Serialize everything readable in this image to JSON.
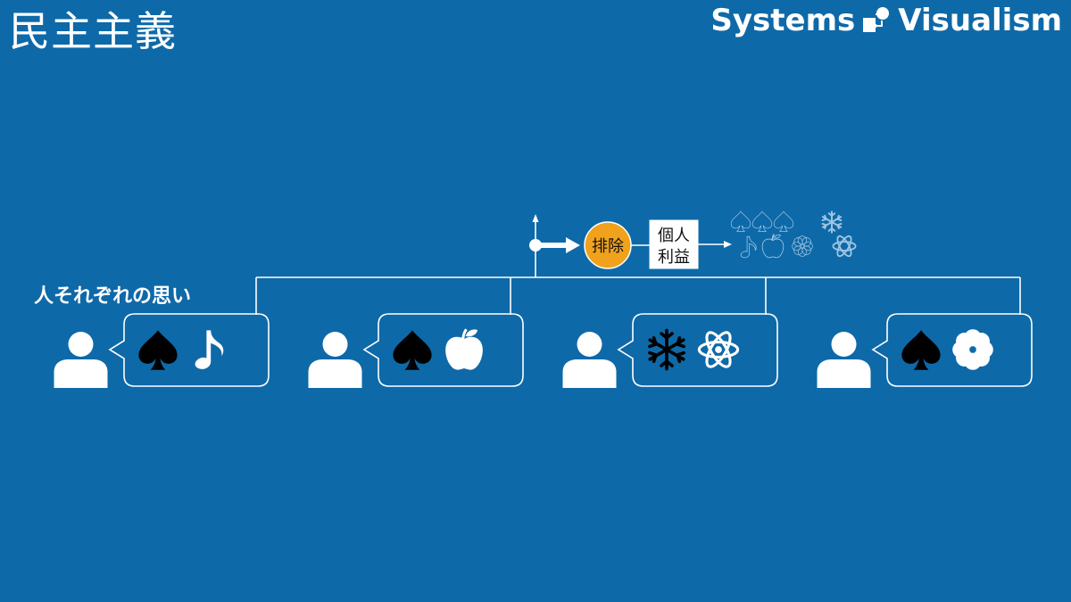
{
  "title": "民主主義",
  "brand": {
    "left": "Systems",
    "right": "Visualism",
    "logo_icon": "systems-visualism-logo-icon"
  },
  "section_label": "人それぞれの思い",
  "process": {
    "exclusion_label": "排除",
    "exclusion_color": "#f0a21c",
    "result_line1": "個人",
    "result_line2": "利益"
  },
  "people": [
    {
      "icons": [
        "spade-icon",
        "music-note-icon"
      ]
    },
    {
      "icons": [
        "spade-icon",
        "apple-icon"
      ]
    },
    {
      "icons": [
        "snowflake-icon",
        "atom-icon"
      ]
    },
    {
      "icons": [
        "spade-icon",
        "flower-icon"
      ]
    }
  ],
  "outcome_icons": [
    "spade-outline-icon",
    "spade-outline-icon",
    "spade-outline-icon",
    "music-note-outline-icon",
    "apple-outline-icon",
    "flower-outline-icon",
    "snowflake-outline-icon",
    "atom-outline-icon"
  ],
  "colors": {
    "background": "#0e69a8",
    "foreground": "#ffffff",
    "icon_dark": "#000000"
  }
}
